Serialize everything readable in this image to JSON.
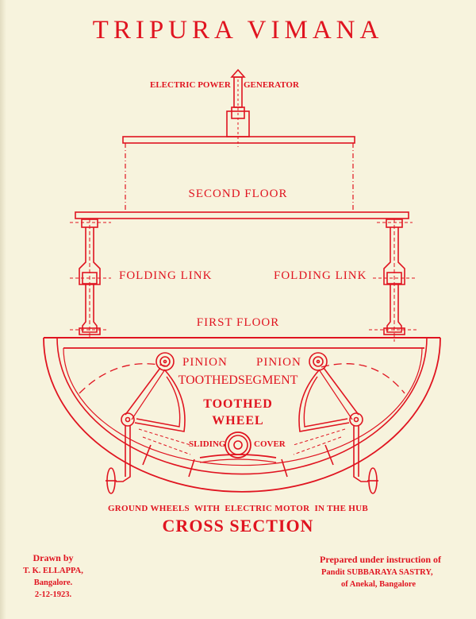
{
  "title": "TRIPURA VIMANA",
  "labels": {
    "generator_left": "ELECTRIC POWER",
    "generator_right": "GENERATOR",
    "second_floor": "SECOND FLOOR",
    "folding_link_left": "FOLDING LINK",
    "folding_link_right": "FOLDING LINK",
    "first_floor": "FIRST FLOOR",
    "pinion_left": "PINION",
    "pinion_right": "PINION",
    "toothed_segment": "TOOTHEDSEGMENT",
    "toothed_wheel_line1": "TOOTHED",
    "toothed_wheel_line2": "WHEEL",
    "sliding": "SLIDING",
    "cover": "COVER",
    "ground_wheels": "GROUND WHEELS  WITH  ELECTRIC MOTOR  IN THE HUB"
  },
  "section_title": "CROSS SECTION",
  "credits": {
    "drawn_by": "Drawn by",
    "drafter": "T. K. ELLAPPA,",
    "drafter_city": "Bangalore.",
    "date": "2-12-1923.",
    "prepared": "Prepared under instruction of",
    "instructor": "Pandit SUBBARAYA SASTRY,",
    "instructor_place": "of Anekal, Bangalore"
  },
  "colors": {
    "ink": "#e01420",
    "paper": "#f7f3dd"
  }
}
